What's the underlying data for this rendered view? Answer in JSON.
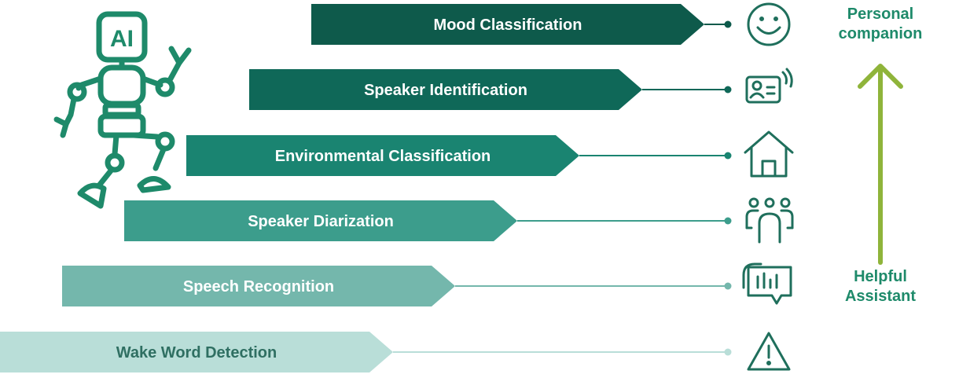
{
  "colors": {
    "robot": "#1e8a6a",
    "icon": "#1f6f5c",
    "arrow": "#8fb43a",
    "side_label": "#1e8a6a"
  },
  "layers": [
    {
      "label": "Mood Classification",
      "icon": "smiley-face-icon",
      "color": "#0e5a4b",
      "text_color": "#ffffff"
    },
    {
      "label": "Speaker Identification",
      "icon": "speaker-id-card-icon",
      "color": "#0f6858",
      "text_color": "#ffffff"
    },
    {
      "label": "Environmental Classification",
      "icon": "house-icon",
      "color": "#1a8471",
      "text_color": "#ffffff"
    },
    {
      "label": "Speaker Diarization",
      "icon": "group-of-people-icon",
      "color": "#3c9d8c",
      "text_color": "#ffffff"
    },
    {
      "label": "Speech Recognition",
      "icon": "speech-bubble-waveform-icon",
      "color": "#74b7ac",
      "text_color": "#ffffff"
    },
    {
      "label": "Wake Word Detection",
      "icon": "warning-triangle-icon",
      "color": "#b9ded8",
      "text_color": "#2f6f62"
    }
  ],
  "robot": {
    "chip_text": "AI",
    "icon": "robot-icon"
  },
  "top_label": {
    "line1": "Personal",
    "line2": "companion"
  },
  "bottom_label": {
    "line1": "Helpful",
    "line2": "Assistant"
  }
}
